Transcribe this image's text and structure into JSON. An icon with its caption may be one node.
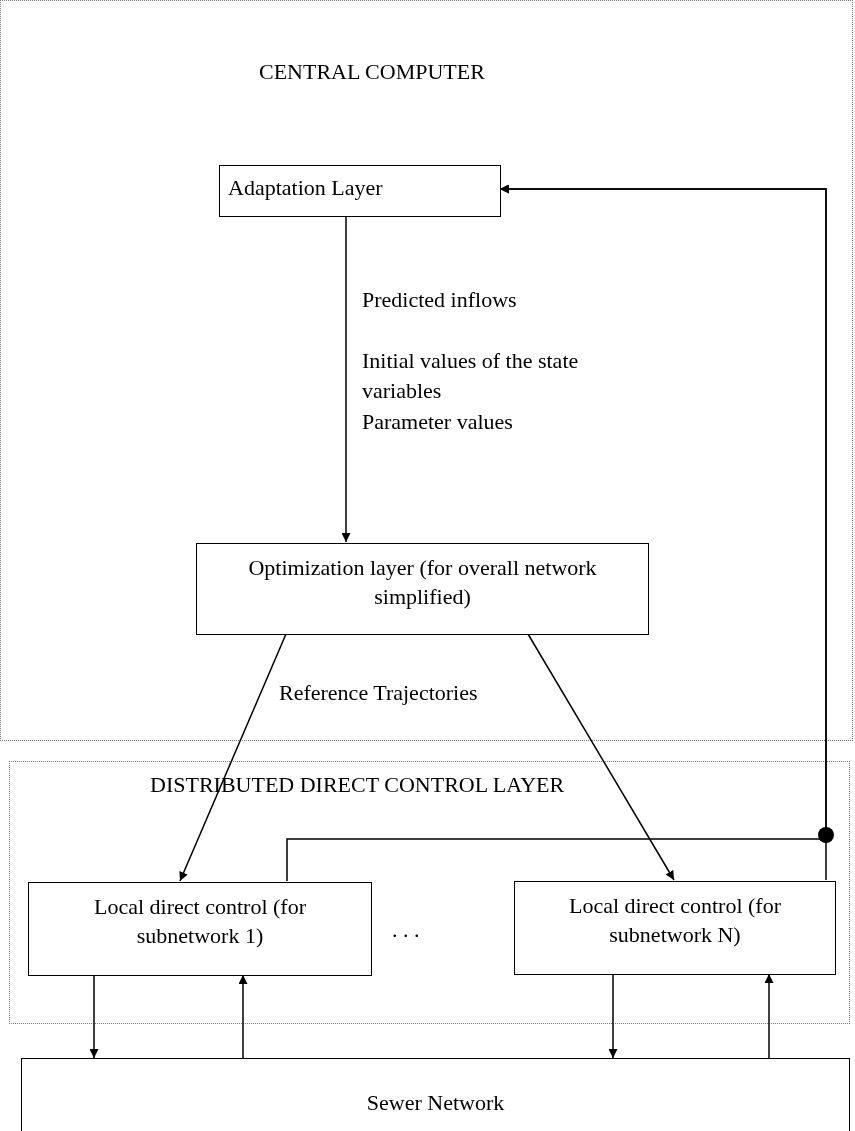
{
  "diagram": {
    "nodes": [
      {
        "text": [
          "CENTRAL COMPUTER"
        ]
      },
      {
        "text": [
          "Adaptation Layer"
        ],
        "in": 0
      },
      {
        "text": [
          "Optimization layer (for overall network simplified)"
        ],
        "in": 0
      },
      {
        "text": [
          "DISTRIBUTED DIRECT CONTROL LAYER"
        ]
      },
      {
        "text": [
          "Local direct control (for subnetwork 1)"
        ],
        "in": 3
      },
      {
        "text": [
          "Local direct control (for subnetwork N)"
        ],
        "in": 3
      },
      {
        "text": [
          "Sewer Network"
        ]
      }
    ],
    "edges": [
      {
        "from": 1,
        "to": 2,
        "arrow": "to"
      },
      {
        "from": 2,
        "to": 4,
        "arrow": "to"
      },
      {
        "from": 2,
        "to": 5,
        "arrow": "to"
      },
      {
        "from": 5,
        "to": 1,
        "arrow": "to"
      },
      {
        "from": 4,
        "to": 1,
        "arrow": "to"
      },
      {
        "from": 4,
        "to": 6,
        "arrow": "to"
      },
      {
        "from": 6,
        "to": 4,
        "arrow": "to"
      },
      {
        "from": 5,
        "to": 6,
        "arrow": "to"
      },
      {
        "from": 6,
        "to": 5,
        "arrow": "to"
      }
    ],
    "labels": [
      "Predicted inflows",
      "Initial values of the state variables",
      "Parameter values",
      "Reference Trajectories",
      ". . ."
    ]
  }
}
